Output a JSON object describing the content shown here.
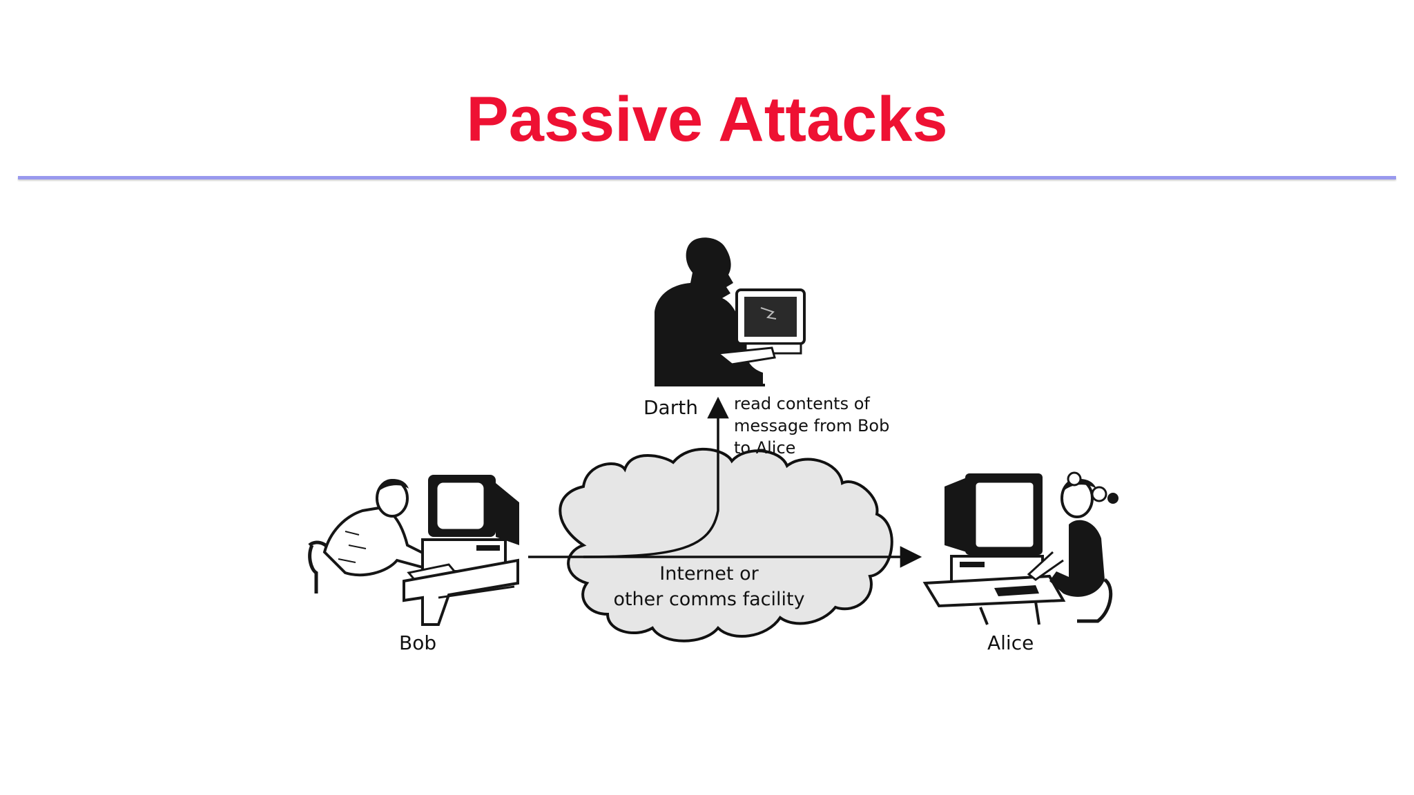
{
  "slide": {
    "title": "Passive Attacks",
    "title_color": "#ee1133",
    "rule_color": "#9999ee"
  },
  "diagram": {
    "nodes": {
      "darth": {
        "label": "Darth",
        "icon": "silhouette-at-computer-icon"
      },
      "bob": {
        "label": "Bob",
        "icon": "man-at-computer-icon"
      },
      "alice": {
        "label": "Alice",
        "icon": "woman-at-computer-icon"
      },
      "cloud": {
        "label_line1": "Internet or",
        "label_line2": "other comms facility",
        "fill": "#e6e6e6"
      }
    },
    "annotation": {
      "line1": "read contents of",
      "line2": "message from Bob",
      "line3": "to Alice"
    },
    "edges": [
      {
        "from": "bob",
        "to": "alice"
      },
      {
        "from": "bob",
        "to": "darth"
      }
    ]
  }
}
